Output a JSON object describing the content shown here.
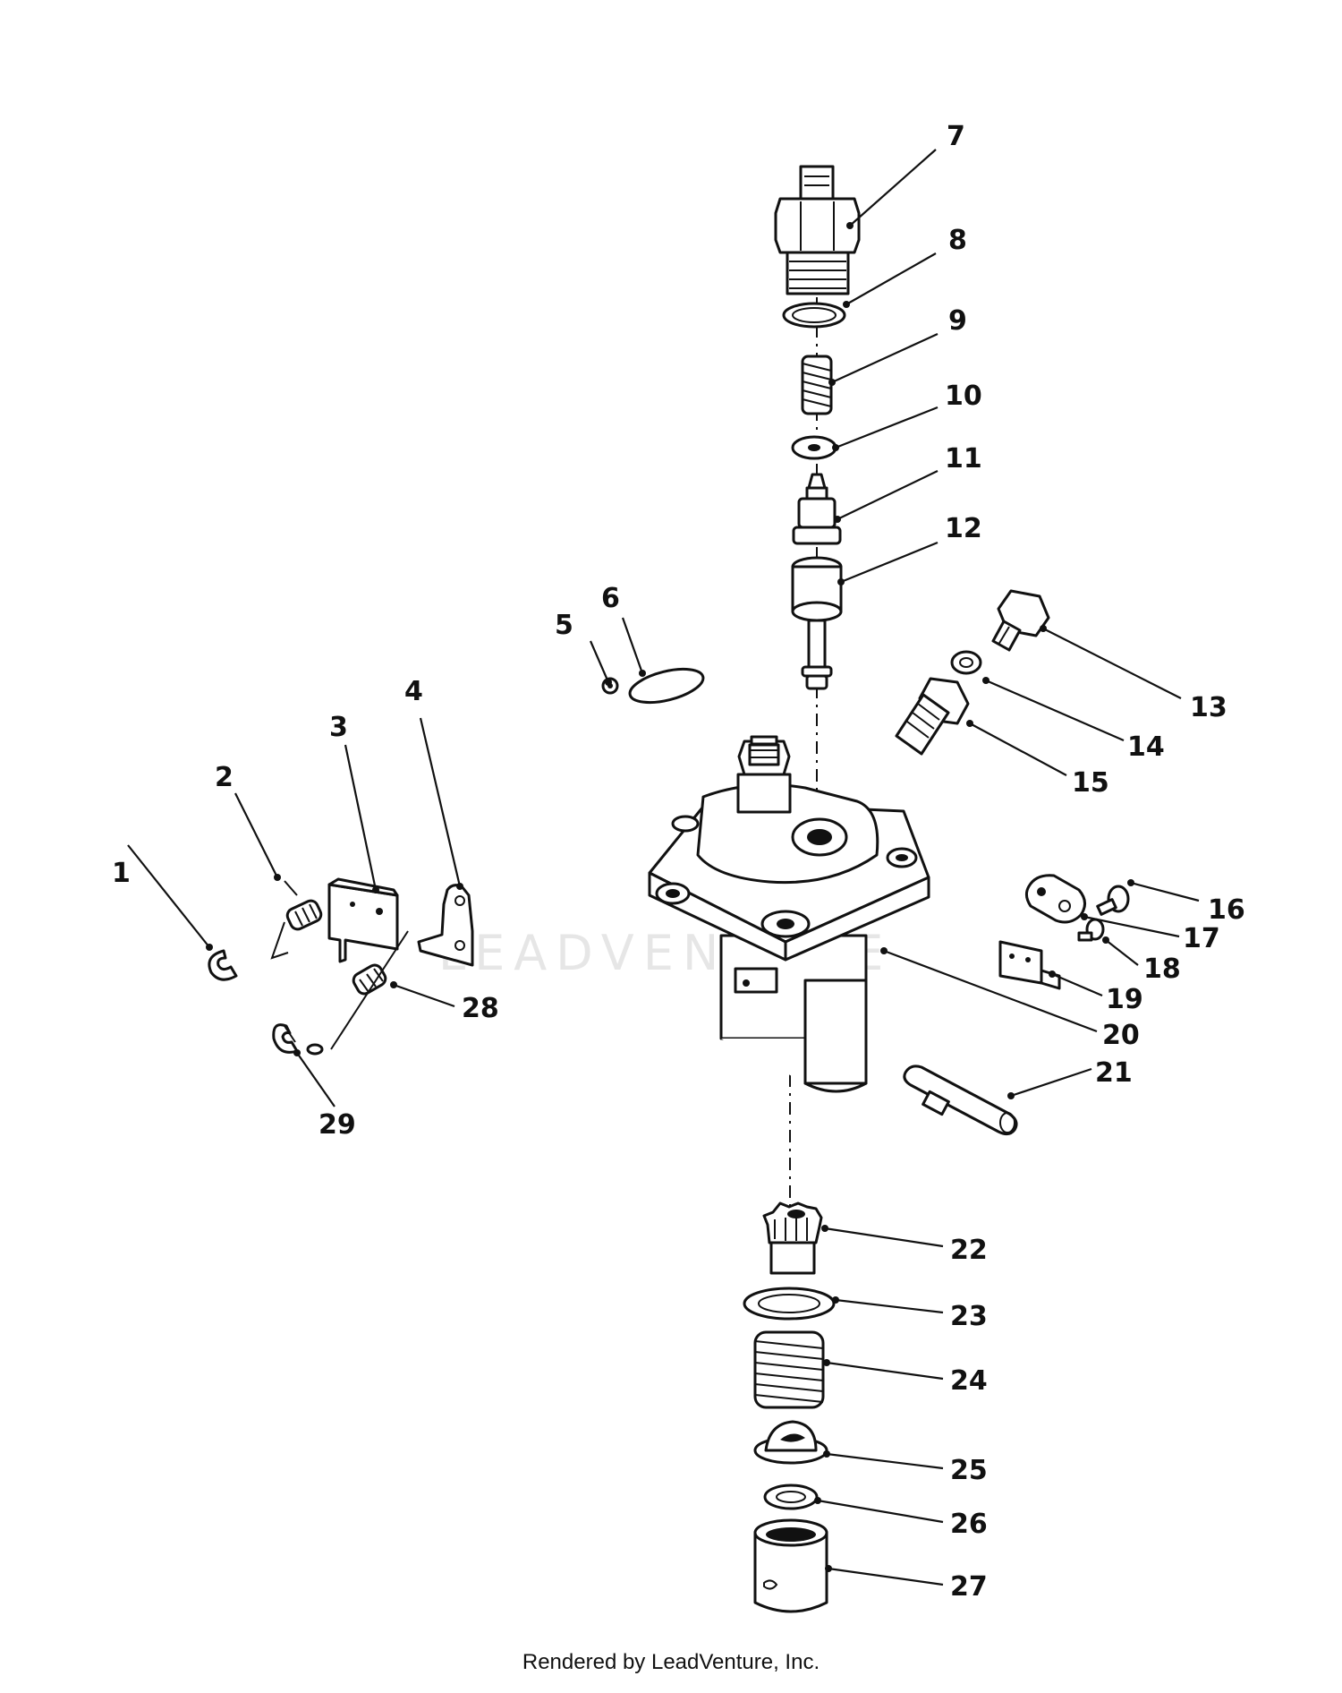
{
  "watermark": "LEADVENTURE",
  "footer": "Rendered by LeadVenture, Inc.",
  "callouts": [
    "1",
    "2",
    "3",
    "4",
    "5",
    "6",
    "7",
    "8",
    "9",
    "10",
    "11",
    "12",
    "13",
    "14",
    "15",
    "16",
    "17",
    "18",
    "19",
    "20",
    "21",
    "22",
    "23",
    "24",
    "25",
    "26",
    "27",
    "28",
    "29"
  ]
}
